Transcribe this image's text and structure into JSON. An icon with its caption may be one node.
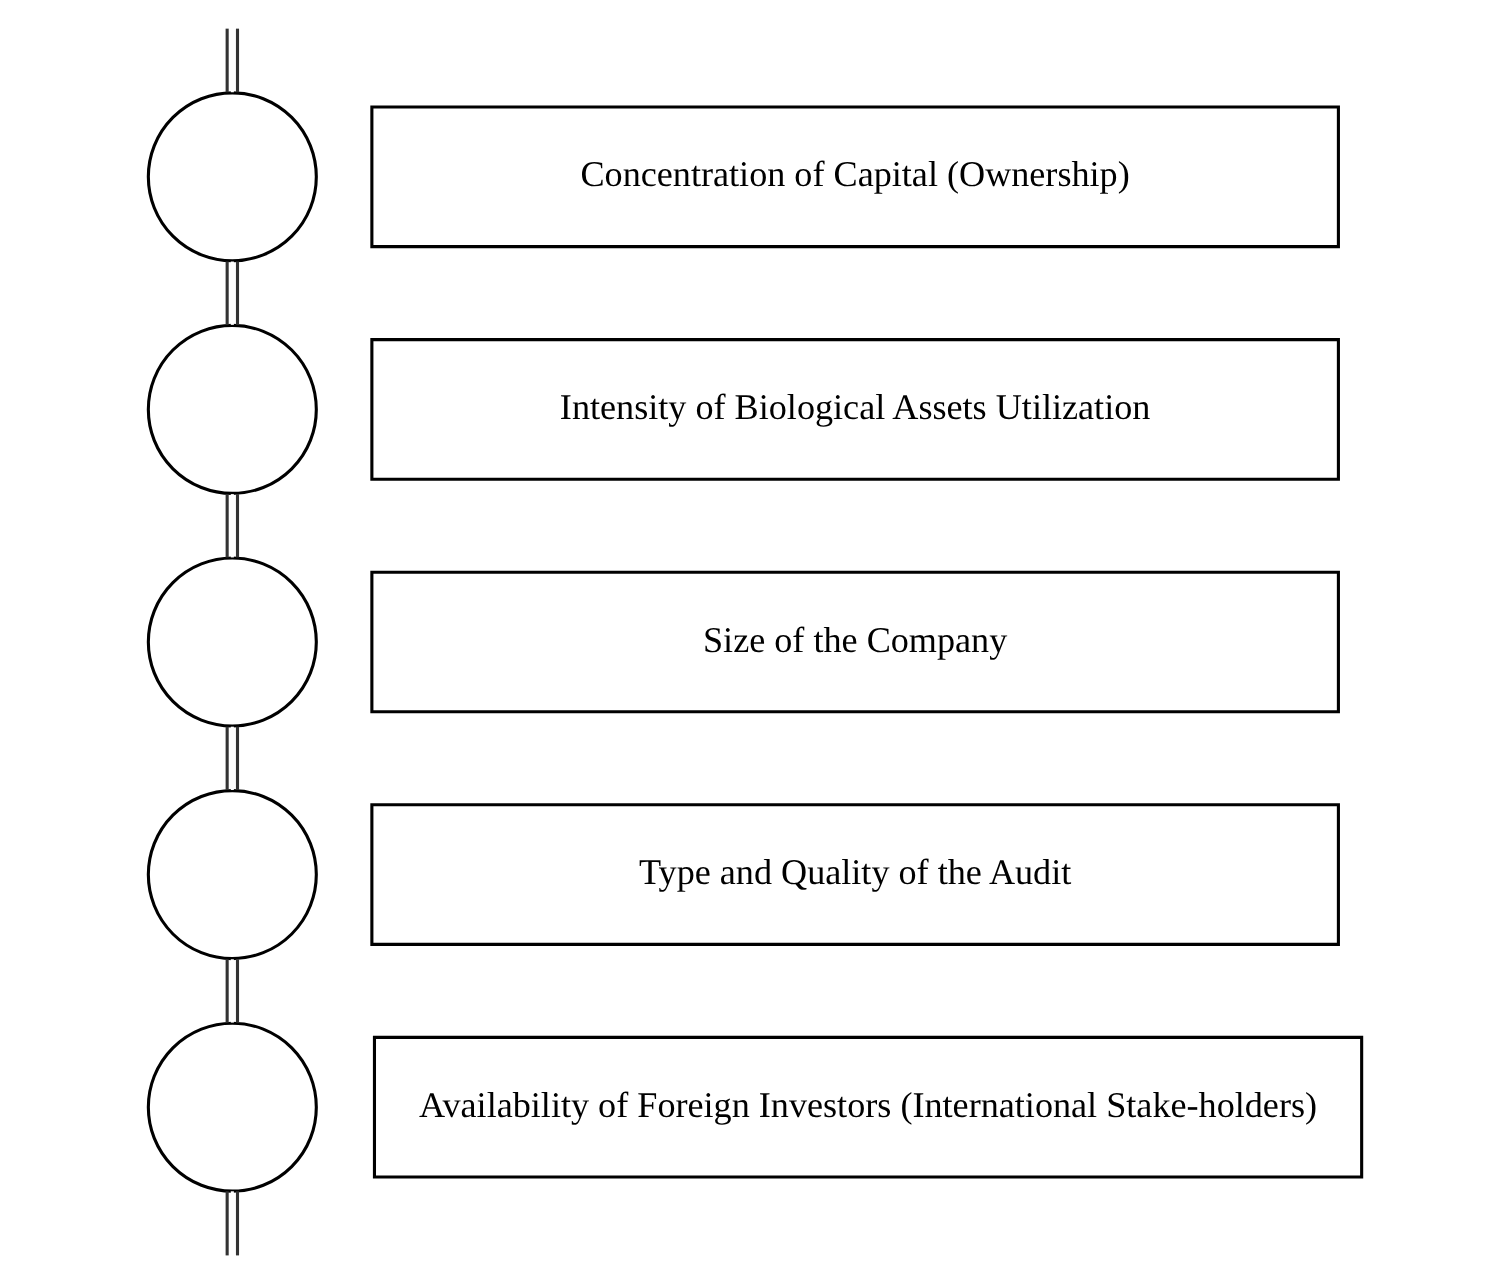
{
  "diagram": {
    "nodes": [
      {
        "text": [],
        "shape": "circle"
      },
      {
        "text": [
          "Concentration of Capital (Ownership)"
        ]
      },
      {
        "text": [],
        "shape": "circle"
      },
      {
        "text": [
          "Intensity of Biological Assets Utilization"
        ]
      },
      {
        "text": [],
        "shape": "circle"
      },
      {
        "text": [
          "Size of the Company"
        ]
      },
      {
        "text": [],
        "shape": "circle"
      },
      {
        "text": [
          "Type and Quality of the Audit"
        ]
      },
      {
        "text": [],
        "shape": "circle"
      },
      {
        "text": [
          "Availability of Foreign Investors (International Stake-holders)"
        ]
      }
    ],
    "edges": [
      {
        "from": null,
        "to": 0,
        "arrow": "none"
      },
      {
        "from": 0,
        "to": 2,
        "arrow": "none"
      },
      {
        "from": 2,
        "to": 4,
        "arrow": "none"
      },
      {
        "from": 4,
        "to": 6,
        "arrow": "none"
      },
      {
        "from": 6,
        "to": 8,
        "arrow": "none"
      },
      {
        "from": 8,
        "to": null,
        "arrow": "none"
      }
    ]
  }
}
